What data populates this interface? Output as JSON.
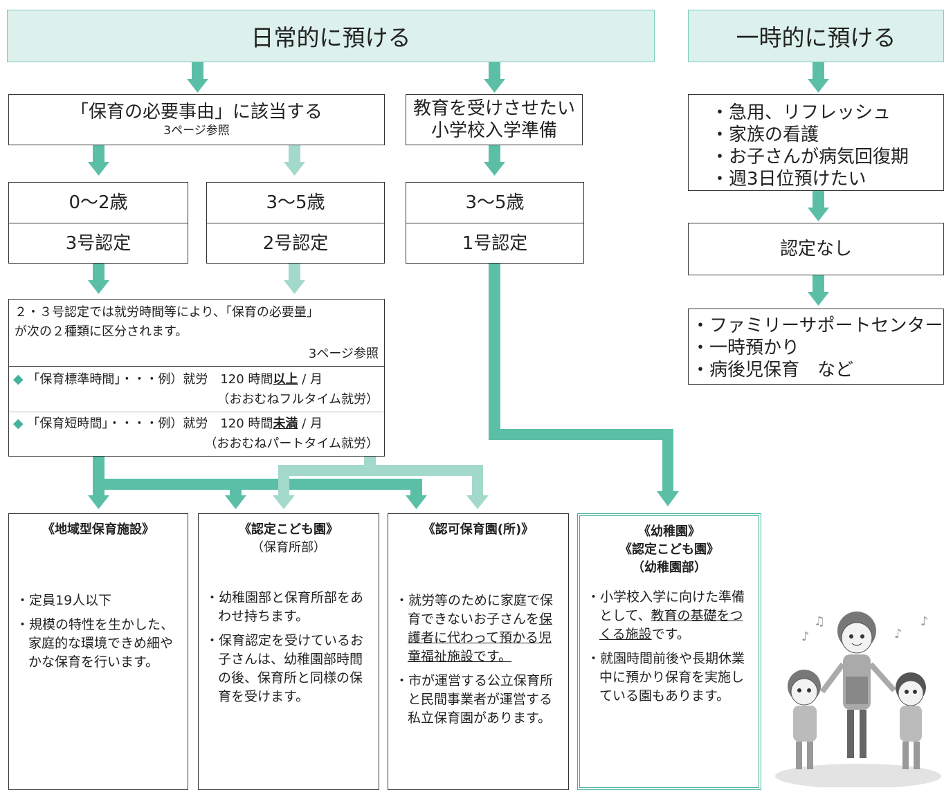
{
  "headers": {
    "daily": "日常的に預ける",
    "temporary": "一時的に預ける"
  },
  "needs_box": {
    "title": "「保育の必要事由」に該当する",
    "ref": "3ページ参照"
  },
  "education_box": {
    "line1": "教育を受けさせたい",
    "line2": "小学校入学準備"
  },
  "age_boxes": [
    {
      "age": "0～2歳",
      "cert": "3号認定"
    },
    {
      "age": "3～5歳",
      "cert": "2号認定"
    },
    {
      "age": "3～5歳",
      "cert": "1号認定"
    }
  ],
  "temporary_reasons": [
    "・急用、リフレッシュ",
    "・家族の看護",
    "・お子さんが病気回復期",
    "・週3日位預けたい"
  ],
  "no_cert": "認定なし",
  "temporary_services": [
    "・ファミリーサポートセンター",
    "・一時預かり",
    "・病後児保育　など"
  ],
  "care_amount": {
    "intro1": "２・３号認定では就労時間等により、「保育の必要量」",
    "intro2": "が次の２種類に区分されます。",
    "ref": "3ページ参照",
    "diamond": "◆",
    "standard_a": "「保育標準時間」・・・例）就労　120 時間",
    "standard_b": "以上",
    "standard_c": " / 月",
    "standard_note": "（おおむねフルタイム就労）",
    "short_a": "「保育短時間」・・・・例）就労　120 時間",
    "short_b": "未満",
    "short_c": " / 月",
    "short_note": "（おおむねパートタイム就労）"
  },
  "facilities": {
    "chiiki": {
      "title": "《地域型保育施設》",
      "b1": "・定員19人以下",
      "b2": "・規模の特性を生かした、家庭的な環境できめ細やかな保育を行います。"
    },
    "nintei_hoiku": {
      "title": "《認定こども園》",
      "subtitle": "（保育所部）",
      "b1": "・幼稚園部と保育所部をあわせ持ちます。",
      "b2": "・保育認定を受けているお子さんは、幼稚園部時間の後、保育所と同様の保育を受けます。"
    },
    "ninka": {
      "title": "《認可保育園(所)》",
      "b1a": "・就労等のために家庭で保育できないお子さんを",
      "b1b": "保護者に代わって預かる児童福祉施設です。",
      "b2": "・市が運営する公立保育所と民間事業者が運営する私立保育園があります。"
    },
    "youchien": {
      "title1": "《幼稚園》",
      "title2": "《認定こども園》",
      "title3": "（幼稚園部）",
      "b1a": "・小学校入学に向けた準備として、",
      "b1b": "教育の基礎をつくる施設",
      "b1c": "です。",
      "b2": "・就園時間前後や長期休業中に預かり保育を実施している園もあります。"
    }
  },
  "colors": {
    "dark_teal": "#5bbfa8",
    "light_teal": "#a3d9cb",
    "header_fill": "#dcf1ec"
  },
  "illustration": "teacher-and-children-illustration"
}
